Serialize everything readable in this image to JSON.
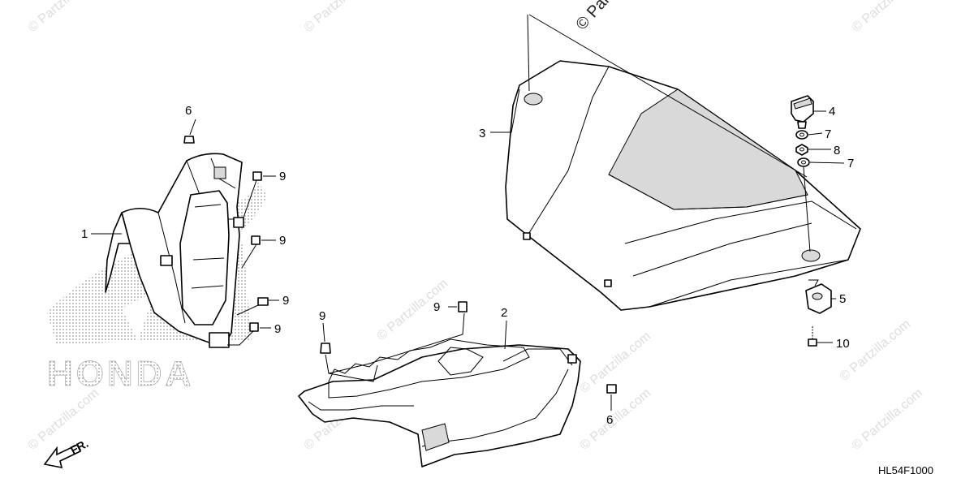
{
  "watermarks": {
    "brand": "© Partzilla.com",
    "top_center": "© Par"
  },
  "brand_logo_text": "HONDA",
  "front_indicator": "FR.",
  "diagram_code": "HL54F1000",
  "callouts": {
    "c1": "1",
    "c2": "2",
    "c3": "3",
    "c4": "4",
    "c5": "5",
    "c6a": "6",
    "c6b": "6",
    "c7a": "7",
    "c7b": "7",
    "c8": "8",
    "c9a": "9",
    "c9b": "9",
    "c9c": "9",
    "c9d": "9",
    "c9e": "9",
    "c9f": "9",
    "c10": "10"
  },
  "colors": {
    "line": "#000000",
    "watermark": "#dddddd",
    "logo_dots": "#999999"
  }
}
